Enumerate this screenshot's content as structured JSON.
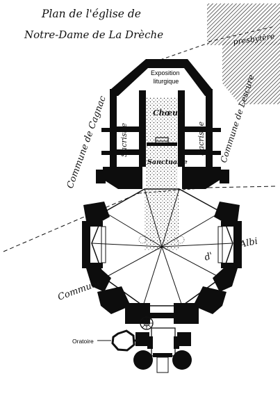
{
  "title": {
    "line1": "Plan de l'église de",
    "line2": "Notre-Dame de La Drèche"
  },
  "labels": {
    "presbytere": "presbytère",
    "lescure": "Commune de Lescure",
    "exposition_line1": "Exposition",
    "exposition_line2": "liturgique",
    "cagnac": "Commune de Cagnac",
    "sacristie_left": "Sacristie",
    "choeur": "Chœur",
    "sacristie_right": "Sacristie",
    "sanctuaire": "Sanctuaire",
    "albi": "Albi",
    "dalbi": "d'",
    "commune_bottom": "Commune",
    "oratoire": "Oratoire"
  },
  "colors": {
    "ink": "#0d0d0d",
    "paper": "#ffffff",
    "hatch": "#1a1a1a"
  }
}
